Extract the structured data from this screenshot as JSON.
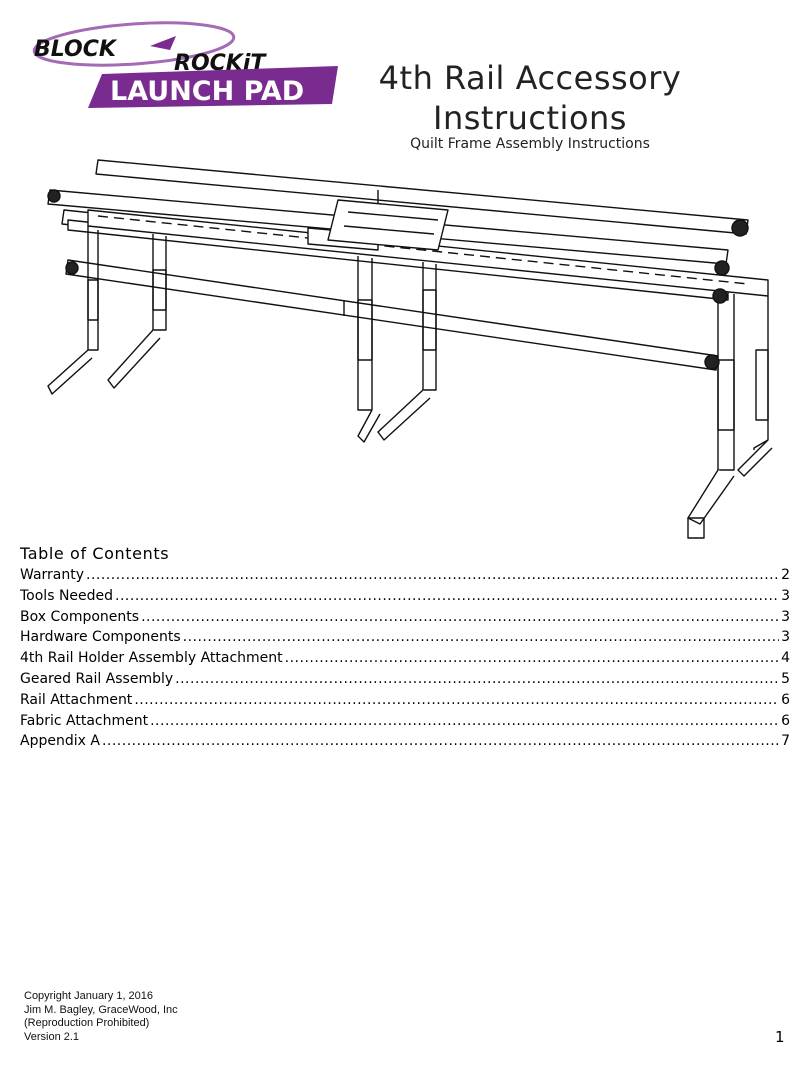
{
  "logo": {
    "line1_left": "BLOCK",
    "line1_right": "ROCKiT",
    "line2": "LAUNCH PAD",
    "brand_color": "#7a2b8f"
  },
  "title": {
    "line1": "4th Rail Accessory",
    "line2": "Instructions",
    "subtitle": "Quilt Frame Assembly Instructions"
  },
  "figure": {
    "icon": "quilt-frame-illustration"
  },
  "toc": {
    "heading": "Table of Contents",
    "entries": [
      {
        "label": "Warranty",
        "page": "2"
      },
      {
        "label": "Tools Needed",
        "page": "3"
      },
      {
        "label": "Box Components",
        "page": "3"
      },
      {
        "label": "Hardware Components",
        "page": "3"
      },
      {
        "label": "4th Rail Holder Assembly Attachment",
        "page": "4"
      },
      {
        "label": "Geared Rail Assembly",
        "page": "5"
      },
      {
        "label": "Rail Attachment",
        "page": "6"
      },
      {
        "label": "Fabric Attachment",
        "page": "6"
      },
      {
        "label": "Appendix A",
        "page": "7"
      }
    ]
  },
  "footer": {
    "line1": "Copyright January 1, 2016",
    "line2": "Jim M. Bagley, GraceWood, Inc",
    "line3": "(Reproduction Prohibited)",
    "line4": "Version 2.1"
  },
  "page_number": "1"
}
